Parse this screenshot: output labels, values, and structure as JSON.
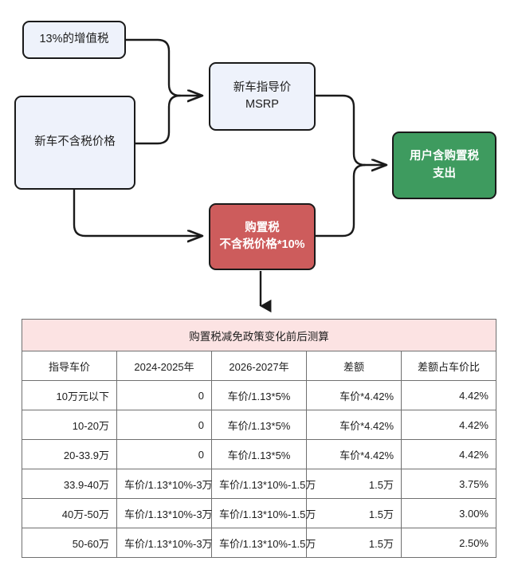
{
  "diagram": {
    "nodes": [
      {
        "id": "vat",
        "lines": [
          "13%的增值税"
        ],
        "color": "#eef2fb"
      },
      {
        "id": "netprice",
        "lines": [
          "新车不含税价格"
        ],
        "color": "#eef2fb"
      },
      {
        "id": "msrp",
        "lines": [
          "新车指导价",
          "MSRP"
        ],
        "color": "#eef2fb"
      },
      {
        "id": "purchase",
        "lines": [
          "购置税",
          "不含税价格*10%"
        ],
        "color": "#cd5c5c"
      },
      {
        "id": "output",
        "lines": [
          "用户含购置税",
          "支出"
        ],
        "color": "#3e9b5f"
      }
    ],
    "edge_color": "#1a1a1a"
  },
  "table": {
    "title": "购置税减免政策变化前后测算",
    "columns": [
      "指导车价",
      "2024-2025年",
      "2026-2027年",
      "差额",
      "差额占车价比"
    ],
    "rows": [
      [
        "10万元以下",
        "0",
        "车价/1.13*5%",
        "车价*4.42%",
        "4.42%"
      ],
      [
        "10-20万",
        "0",
        "车价/1.13*5%",
        "车价*4.42%",
        "4.42%"
      ],
      [
        "20-33.9万",
        "0",
        "车价/1.13*5%",
        "车价*4.42%",
        "4.42%"
      ],
      [
        "33.9-40万",
        "车价/1.13*10%-3万",
        "车价/1.13*10%-1.5万",
        "1.5万",
        "3.75%"
      ],
      [
        "40万-50万",
        "车价/1.13*10%-3万",
        "车价/1.13*10%-1.5万",
        "1.5万",
        "3.00%"
      ],
      [
        "50-60万",
        "车价/1.13*10%-3万",
        "车价/1.13*10%-1.5万",
        "1.5万",
        "2.50%"
      ]
    ],
    "header_background": "#fce3e3",
    "border_color": "#707070"
  }
}
